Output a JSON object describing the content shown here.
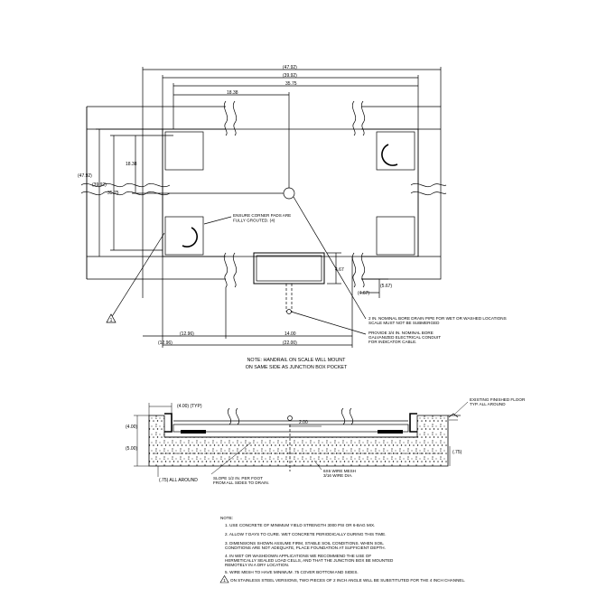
{
  "plan": {
    "dims": {
      "overall_width": "(47.92)",
      "inner_width": "(39.92)",
      "pit_width": "35.75",
      "half_width": "18.38",
      "overall_height": "(47.92)",
      "inner_height": "(39.92)",
      "pit_height": "35.75",
      "half_height": "18.38",
      "box_depth": "4.67",
      "box_offset_a": "(5.67)",
      "box_offset_b": "(4.67)",
      "bottom_left_inner": "(12.96)",
      "bottom_left_outer": "(12.96)",
      "box_width": "14.00",
      "box_outer": "(22.00)"
    },
    "callouts": {
      "corner_pads": [
        "ENSURE CORNER PADS ARE",
        "FULLY GROUTED. (4)"
      ],
      "drain_pipe": [
        "2 IN. NOMINAL BORE DRAIN PIPE FOR WET OR WASHED LOCATIONS",
        "SCALE MUST NOT BE SUBMERGED"
      ],
      "conduit": [
        "PROVIDE 3/4 IN. NOMINAL BORE",
        "GALVANIZED ELECTRICAL CONDUIT",
        "FOR INDICATOR CABLE."
      ]
    },
    "note": [
      "NOTE: HANDRAIL ON SCALE WILL MOUNT",
      "ON SAME SIDE AS JUNCTION BOX POCKET"
    ]
  },
  "section": {
    "dims": {
      "typ": "(4.00) (TYP)",
      "height_left": "(4.00)",
      "depth_left": "(5.00)",
      "mid": "2.00",
      "right": "(.75)",
      "all_around": "(.75) ALL AROUND"
    },
    "callouts": {
      "floor": [
        "EXISTING FINISHED FLOOR",
        "TYP. ALL AROUND"
      ],
      "slope": [
        "SLOPE 1/2 IN. PER FOOT",
        "FROM ALL SIDES TO DRAIN."
      ],
      "mesh": [
        "6X6 WIRE MESH",
        "3/16 WIRE DIA."
      ]
    }
  },
  "notes": {
    "heading": "NOTE:",
    "items": [
      "1. USE CONCRETE OF MINIMUM YIELD STRENGTH 3000 PSI OR 6-BAG MIX.",
      "2. ALLOW 7 DAYS TO CURE.  WET CONCRETE PERIODICALLY DURING THIS TIME.",
      "3. DIMENSIONS SHOWN ASSUME FIRM, STABLE SOIL CONDITIONS.  WHEN SOIL",
      "    CONDITIONS ARE NOT ADEQUATE, PLACE FOUNDATION AT SUFFICIENT DEPTH.",
      "4. IN WET OR WASHDOWN APPLICATIONS WE RECOMMEND THE USE OF",
      "    HERMETICALLY SEALED LOAD CELLS, AND THAT THE JUNCTION BOX BE MOUNTED",
      "    REMOTELY IN A DRY LOCATION.",
      "5. WIRE MESH TO HAVE MINIMUM .75 COVER BOTTOM AND SIDES."
    ],
    "warning": "ON STAINLESS STEEL VERSIONS, TWO PIECES OF 2 INCH ANGLE WILL BE SUBSTITUTED FOR THE 4 INCH CHANNEL.",
    "warning_marker": "1"
  }
}
